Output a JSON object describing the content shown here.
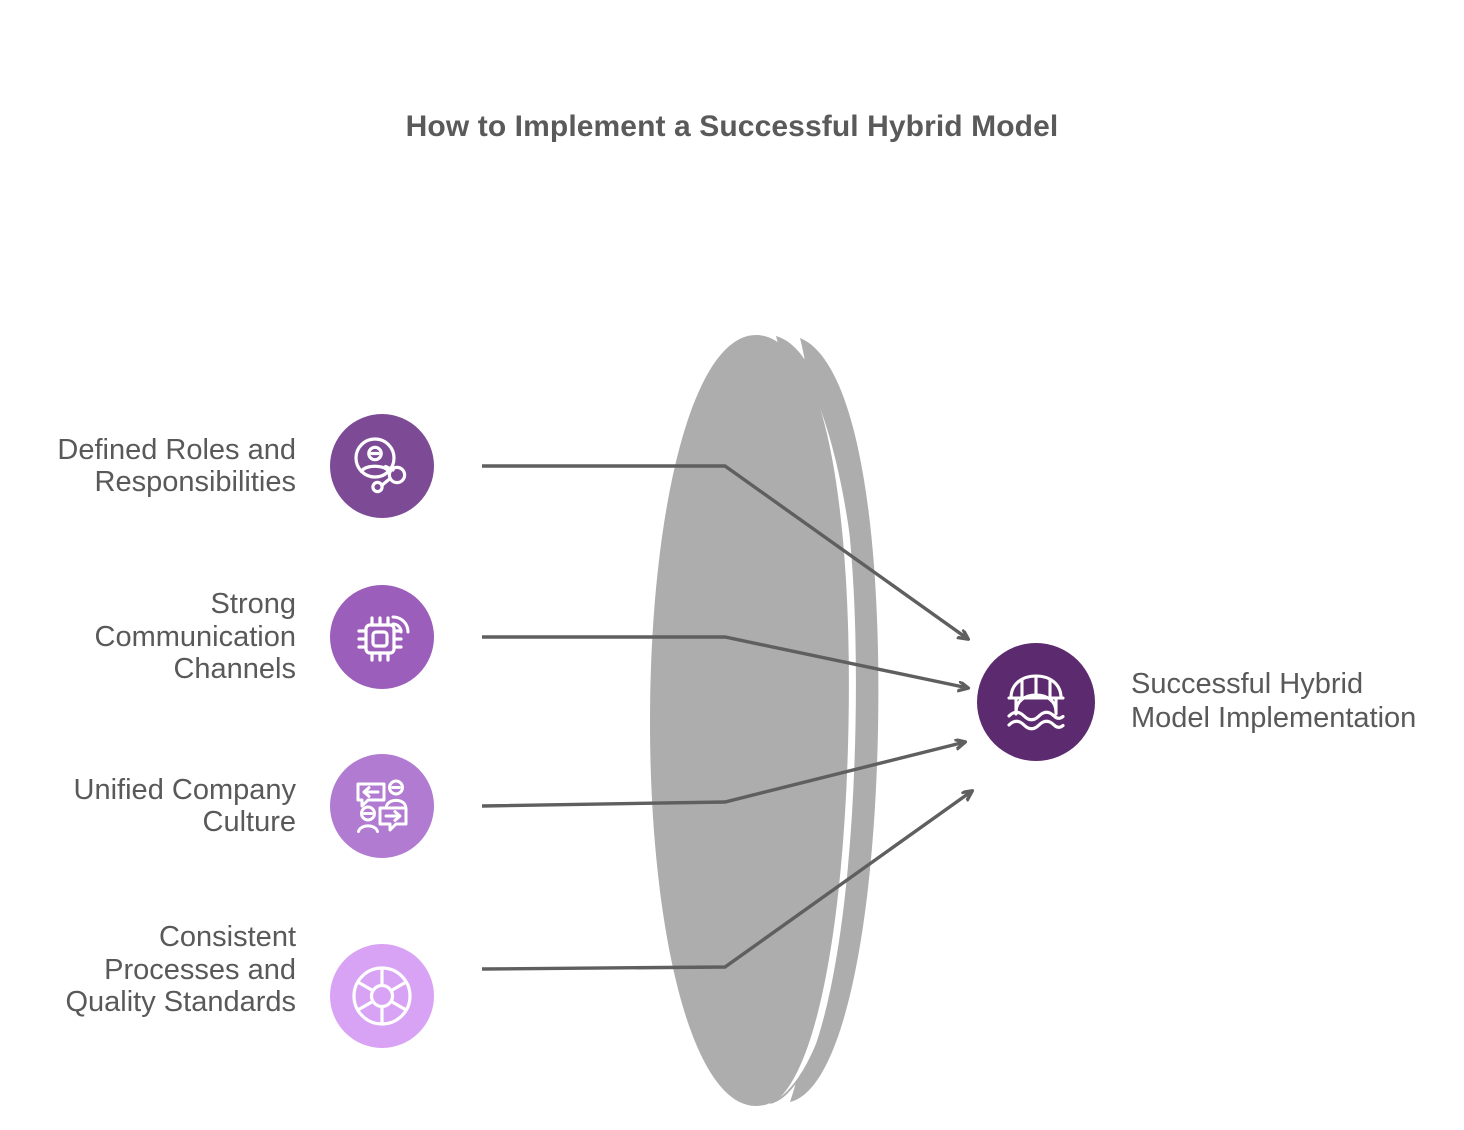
{
  "title": "How to Implement a Successful Hybrid Model",
  "colors": {
    "background": "#ffffff",
    "title_text": "#5a5a5a",
    "label_text": "#595959",
    "connector": "#5f5f5f",
    "funnel": "#adadad",
    "funnel_divider": "#ffffff",
    "badge_1": "#7d4a96",
    "badge_2": "#9b5eba",
    "badge_3": "#b07bd0",
    "badge_4": "#d9a3f5",
    "result_badge": "#5c2a6e",
    "icon_stroke": "#ffffff"
  },
  "inputs": [
    {
      "id": "defined-roles",
      "label": "Defined Roles and Responsibilities",
      "icon": "user-network-icon",
      "color": "#7d4a96"
    },
    {
      "id": "communication-channels",
      "label": "Strong Communication Channels",
      "icon": "chip-signal-icon",
      "color": "#9b5eba"
    },
    {
      "id": "company-culture",
      "label": "Unified Company Culture",
      "icon": "people-chat-icon",
      "color": "#b07bd0"
    },
    {
      "id": "quality-standards",
      "label": "Consistent Processes and Quality Standards",
      "icon": "segmented-wheel-icon",
      "color": "#d9a3f5"
    }
  ],
  "result": {
    "id": "hybrid-model-result",
    "label": "Successful Hybrid Model Implementation",
    "icon": "bridge-water-icon",
    "color": "#5c2a6e"
  },
  "funnel": {
    "name": "converging-lens-shape",
    "segments": 3,
    "color": "#adadad"
  },
  "connectors": [
    {
      "from": "defined-roles",
      "to": "hybrid-model-result"
    },
    {
      "from": "communication-channels",
      "to": "hybrid-model-result"
    },
    {
      "from": "company-culture",
      "to": "hybrid-model-result"
    },
    {
      "from": "quality-standards",
      "to": "hybrid-model-result"
    }
  ]
}
